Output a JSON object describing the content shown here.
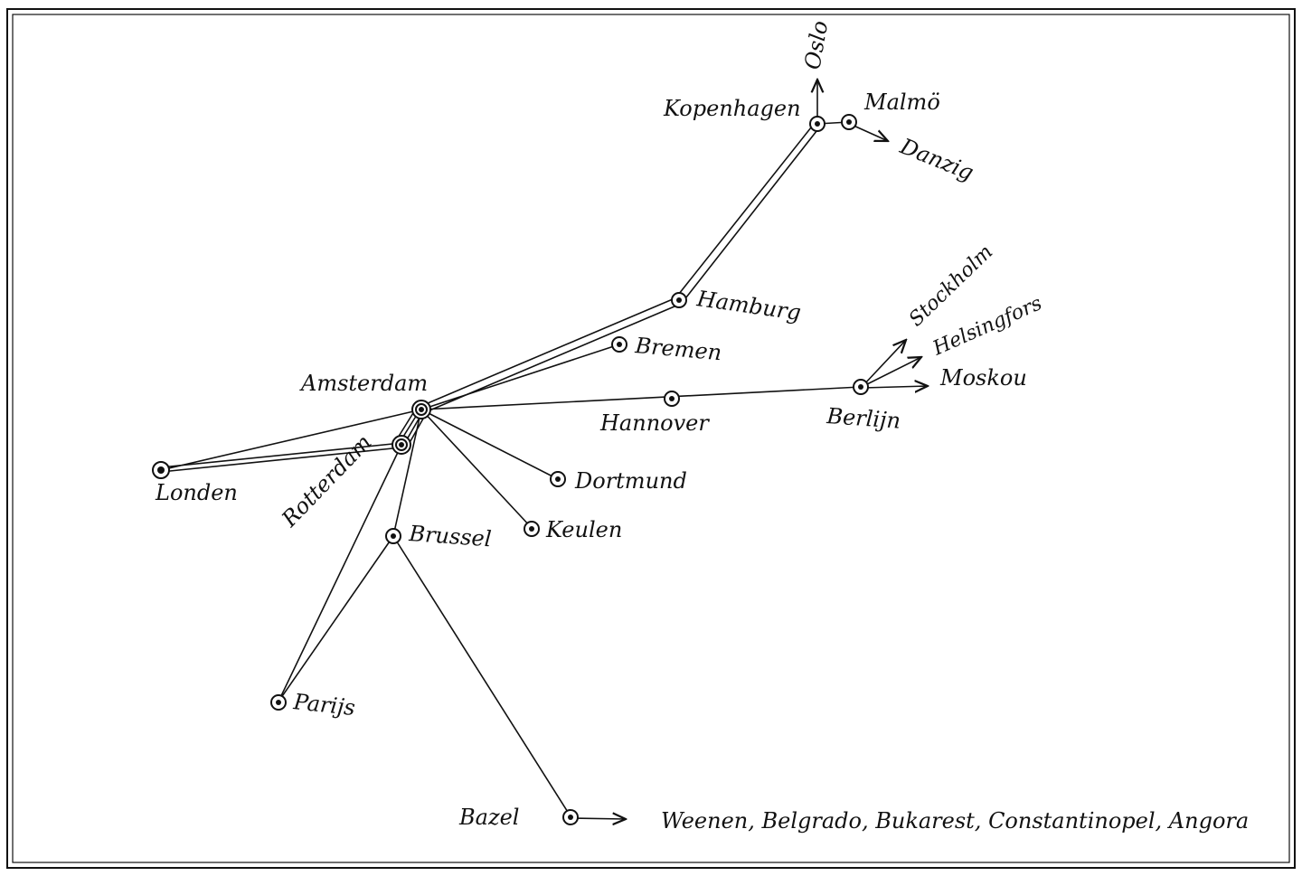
{
  "cities": {
    "oslo": "Oslo",
    "kopenhagen": "Kopenhagen",
    "malmo": "Malmö",
    "danzig": "Danzig",
    "hamburg": "Hamburg",
    "bremen": "Bremen",
    "amsterdam": "Amsterdam",
    "hannover": "Hannover",
    "berlijn": "Berlijn",
    "stockholm": "Stockholm",
    "helsingfors": "Helsingfors",
    "moskou": "Moskou",
    "londen": "Londen",
    "rotterdam": "Rotterdam",
    "dortmund": "Dortmund",
    "brussel": "Brussel",
    "keulen": "Keulen",
    "parijs": "Parijs",
    "bazel": "Bazel"
  },
  "destinations": {
    "southeast": "Weenen, Belgrado, Bukarest, Constantinopel, Angora"
  },
  "colors": {
    "ink": "#111111",
    "paper": "#ffffff"
  }
}
